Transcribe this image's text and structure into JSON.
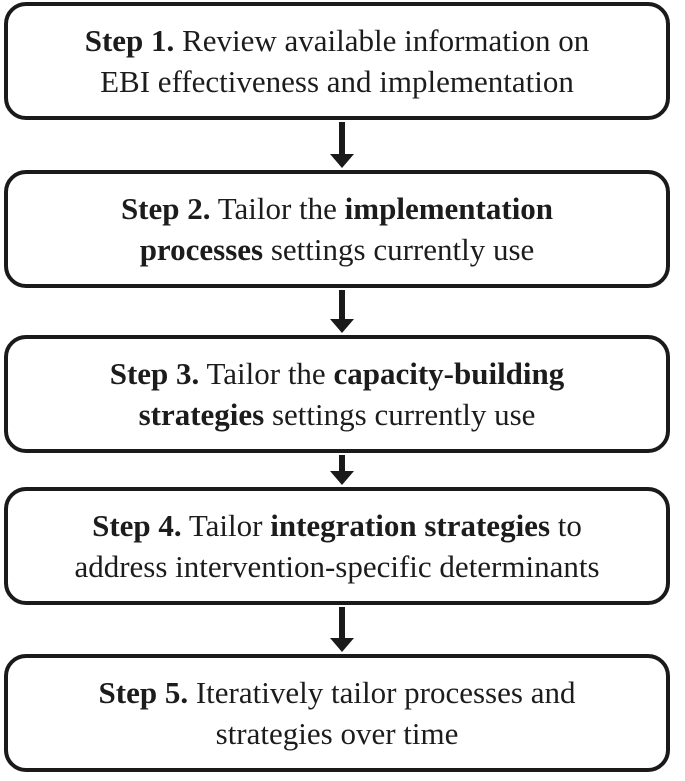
{
  "steps": [
    {
      "lines": [
        [
          {
            "text": "Step 1.",
            "bold": true
          },
          {
            "text": " Review available information on",
            "bold": false
          }
        ],
        [
          {
            "text": "EBI effectiveness and implementation",
            "bold": false
          }
        ]
      ]
    },
    {
      "lines": [
        [
          {
            "text": "Step 2.",
            "bold": true
          },
          {
            "text": " Tailor the ",
            "bold": false
          },
          {
            "text": "implementation",
            "bold": true
          }
        ],
        [
          {
            "text": "processes",
            "bold": true
          },
          {
            "text": " settings currently use",
            "bold": false
          }
        ]
      ]
    },
    {
      "lines": [
        [
          {
            "text": "Step 3.",
            "bold": true
          },
          {
            "text": " Tailor the ",
            "bold": false
          },
          {
            "text": "capacity-building",
            "bold": true
          }
        ],
        [
          {
            "text": "strategies",
            "bold": true
          },
          {
            "text": " settings currently use",
            "bold": false
          }
        ]
      ]
    },
    {
      "lines": [
        [
          {
            "text": "Step 4.",
            "bold": true
          },
          {
            "text": " Tailor ",
            "bold": false
          },
          {
            "text": "integration strategies",
            "bold": true
          },
          {
            "text": " to",
            "bold": false
          }
        ],
        [
          {
            "text": "address intervention-specific determinants",
            "bold": false
          }
        ]
      ]
    },
    {
      "lines": [
        [
          {
            "text": "Step 5.",
            "bold": true
          },
          {
            "text": " Iteratively tailor processes and",
            "bold": false
          }
        ],
        [
          {
            "text": "strategies over time",
            "bold": false
          }
        ]
      ]
    }
  ]
}
